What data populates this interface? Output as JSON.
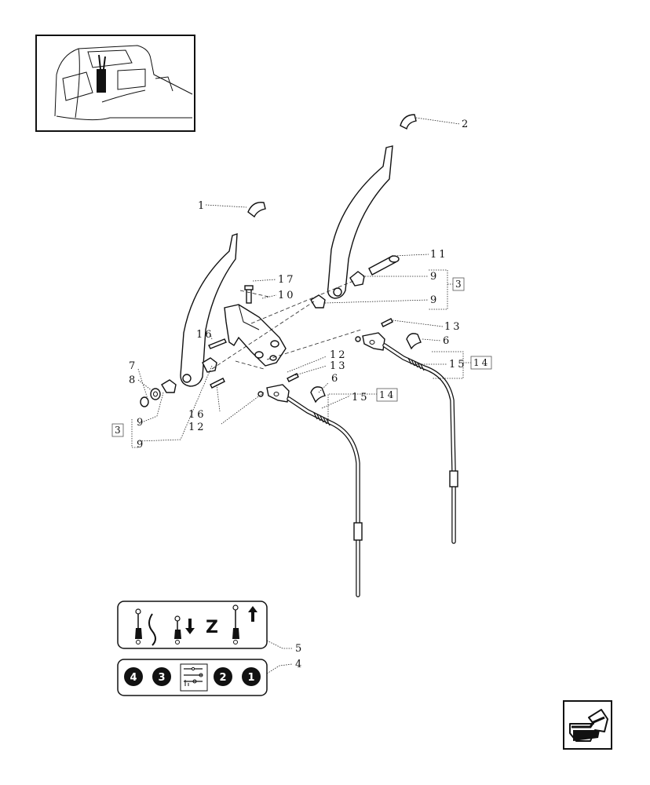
{
  "labels": {
    "l1": "1",
    "l2": "2",
    "l3a": "3",
    "l3b": "3",
    "l4": "4",
    "l5": "5",
    "l6a": "6",
    "l6b": "6",
    "l7": "7",
    "l8": "8",
    "l9a": "9",
    "l9b": "9",
    "l9c": "9",
    "l9d": "9",
    "l10": "10",
    "l11": "11",
    "l12a": "12",
    "l12b": "12",
    "l13a": "13",
    "l13b": "13",
    "l14a": "14",
    "l14b": "14",
    "l15a": "15",
    "l15b": "15",
    "l16a": "16",
    "l16b": "16",
    "l17": "17"
  },
  "decal_5": {
    "letter": "Z"
  },
  "decal_4": {
    "badges": [
      "4",
      "3",
      "2",
      "1"
    ]
  },
  "icons": {
    "next_page": "next-page-arrow-icon",
    "location": "tractor-cab-location-icon"
  }
}
